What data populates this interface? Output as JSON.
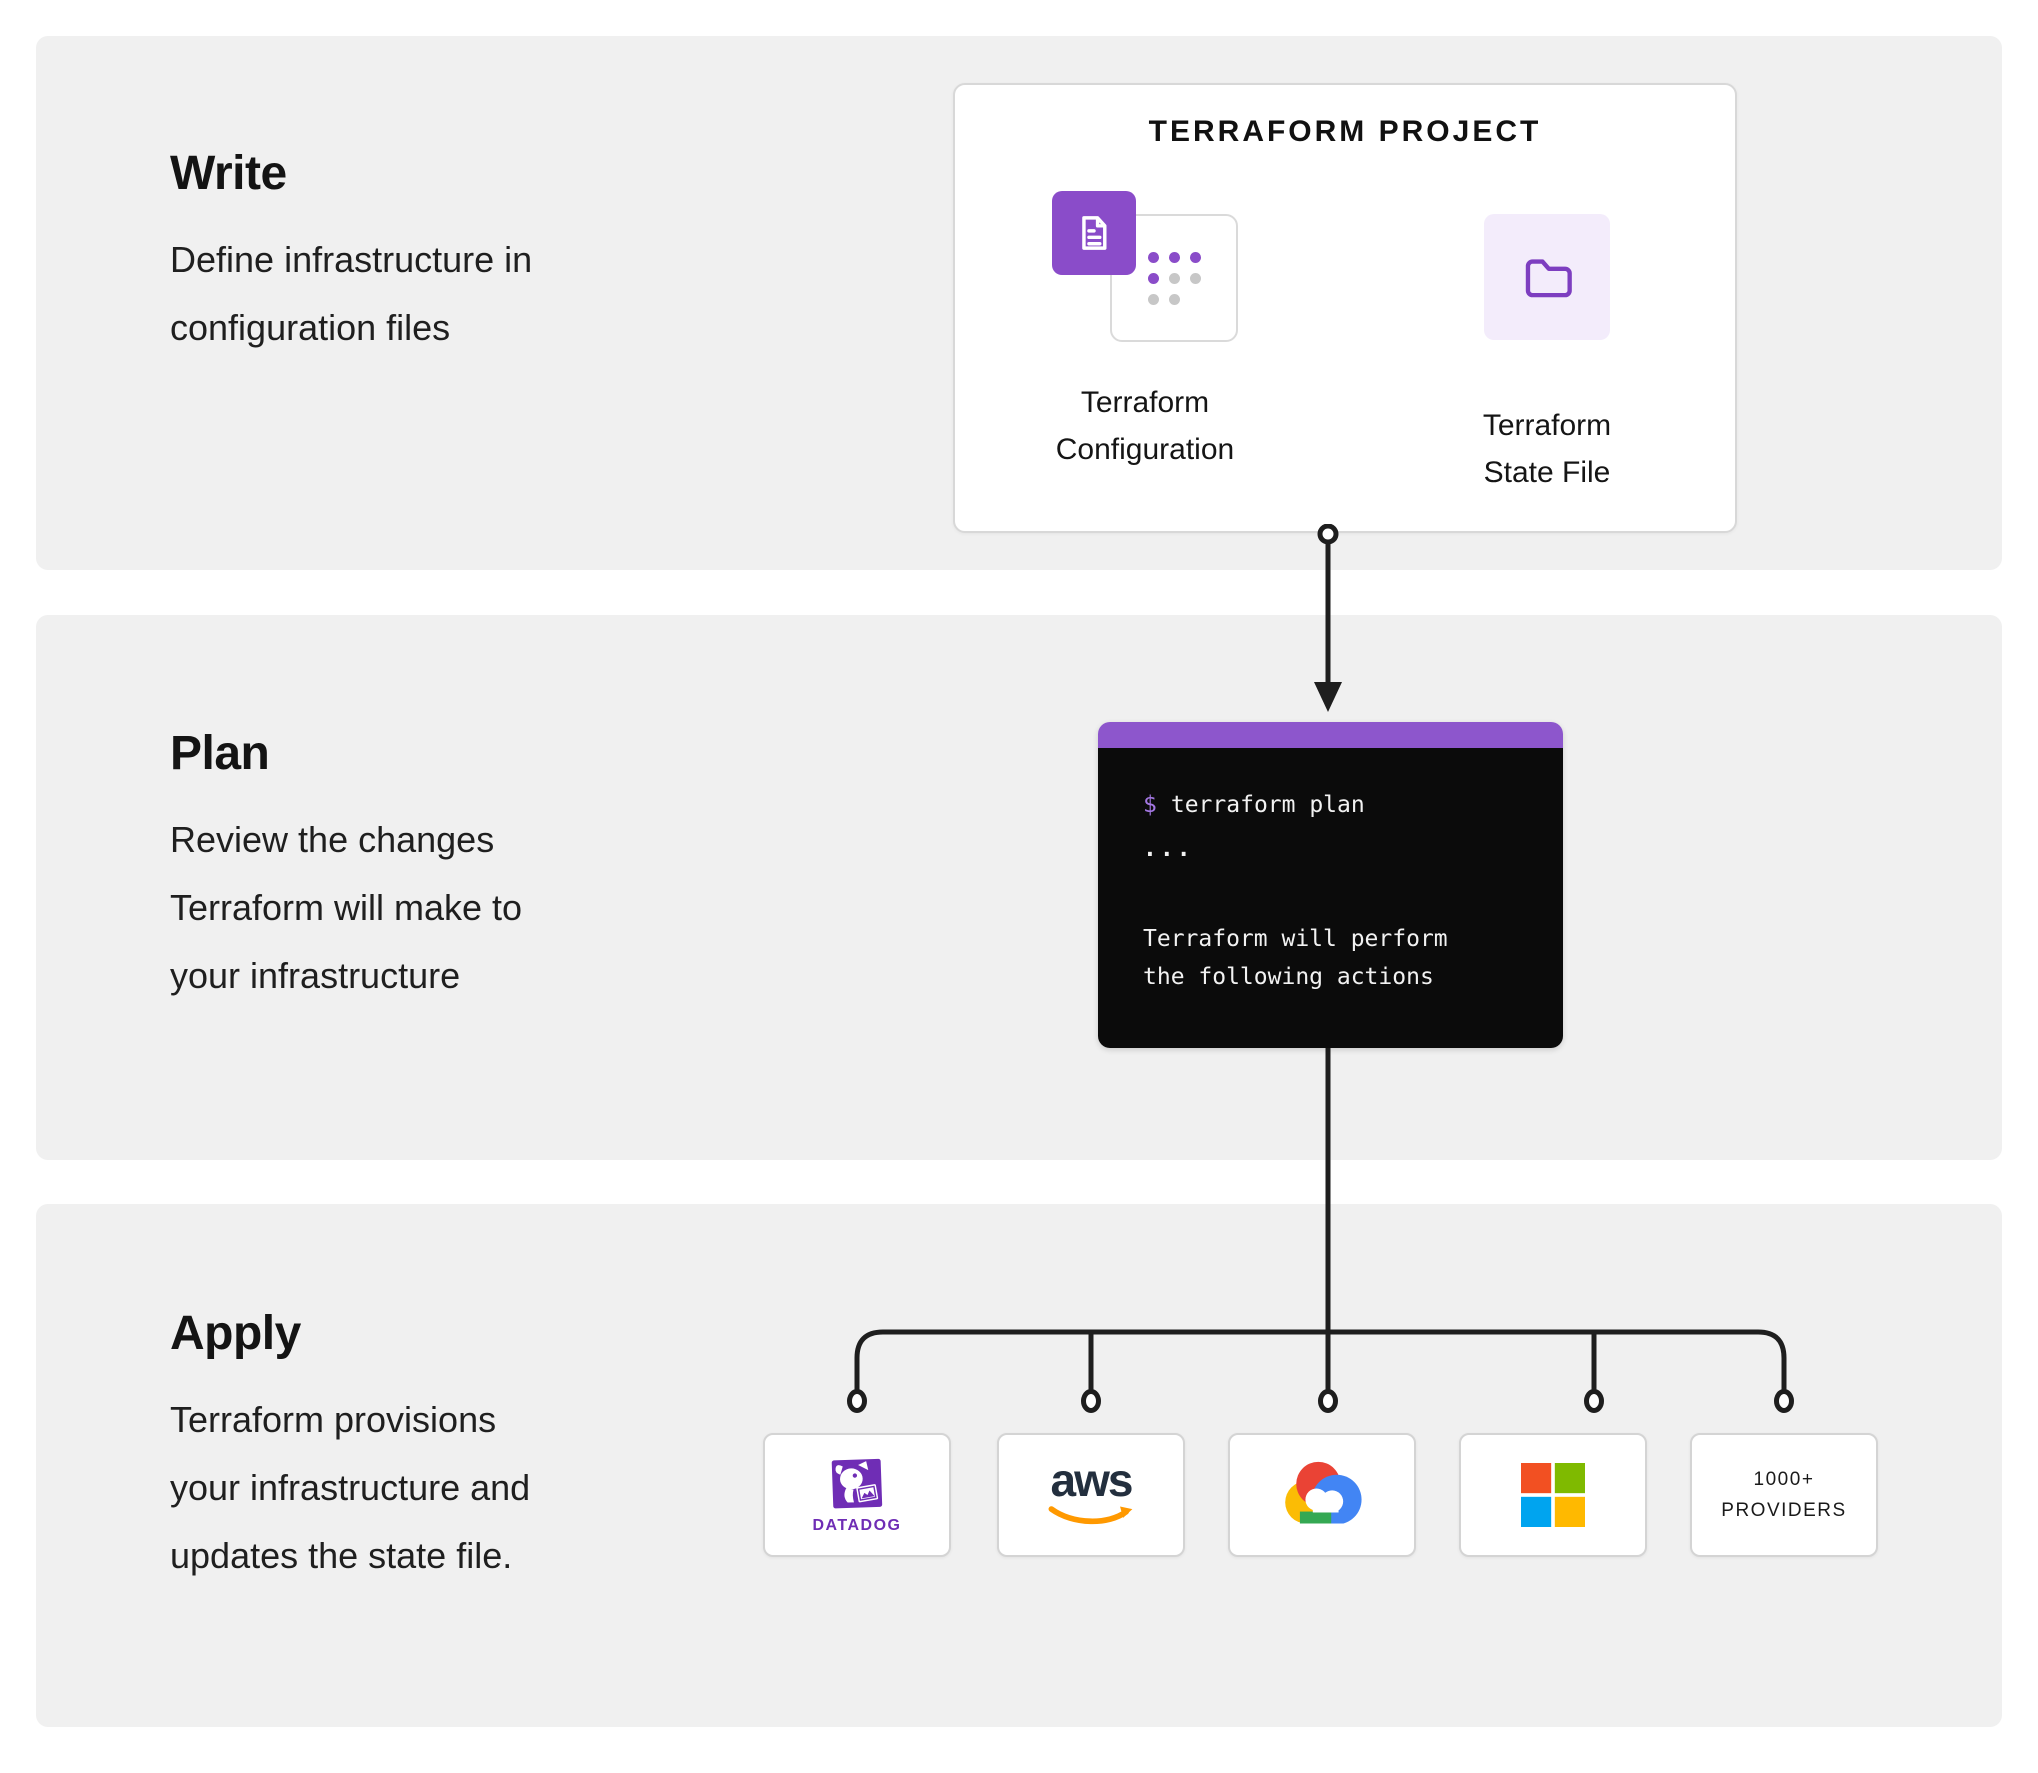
{
  "sections": {
    "write": {
      "heading": "Write",
      "description_lines": [
        "Define infrastructure in",
        "configuration files"
      ]
    },
    "plan": {
      "heading": "Plan",
      "description_lines": [
        "Review the changes",
        "Terraform will make to",
        "your infrastructure"
      ]
    },
    "apply": {
      "heading": "Apply",
      "description_lines": [
        "Terraform provisions",
        "your infrastructure and",
        "updates the state file."
      ]
    }
  },
  "project_card": {
    "title": "TERRAFORM PROJECT",
    "items": [
      {
        "icon": "terraform-configuration-icon",
        "label_lines": [
          "Terraform",
          "Configuration"
        ]
      },
      {
        "icon": "terraform-state-file-icon",
        "label_lines": [
          "Terraform",
          "State File"
        ]
      }
    ]
  },
  "terminal": {
    "prompt": "$",
    "command": "terraform plan",
    "ellipsis": "...",
    "output_lines": [
      "Terraform will perform",
      "the following actions"
    ]
  },
  "providers": [
    {
      "name": "Datadog",
      "icon": "datadog-logo",
      "label": "DATADOG"
    },
    {
      "name": "AWS",
      "icon": "aws-logo",
      "wordmark": "aws"
    },
    {
      "name": "Google Cloud",
      "icon": "google-cloud-logo"
    },
    {
      "name": "Microsoft",
      "icon": "microsoft-logo"
    },
    {
      "name": "1000+ Providers",
      "label_lines": [
        "1000+",
        "PROVIDERS"
      ]
    }
  ],
  "colors": {
    "section_background": "#f0f0f0",
    "accent_purple": "#8a4cc9",
    "terminal_header": "#8d56cc",
    "terminal_background": "#0b0b0b",
    "terminal_text": "#f2f2f2",
    "terminal_prompt": "#a377e2",
    "lavender_tile": "#f3ecfb",
    "folder_purple": "#7d3ec0",
    "connector": "#1e1e1e",
    "datadog_purple": "#6f2db5",
    "aws_navy": "#232f3e",
    "aws_orange": "#ff9900",
    "microsoft_red": "#f25022",
    "microsoft_green": "#7fba00",
    "microsoft_blue": "#00a4ef",
    "microsoft_yellow": "#ffb900",
    "google_red": "#ea4335",
    "google_blue": "#4285f4",
    "google_yellow": "#fbbc05",
    "google_green": "#34a853"
  }
}
